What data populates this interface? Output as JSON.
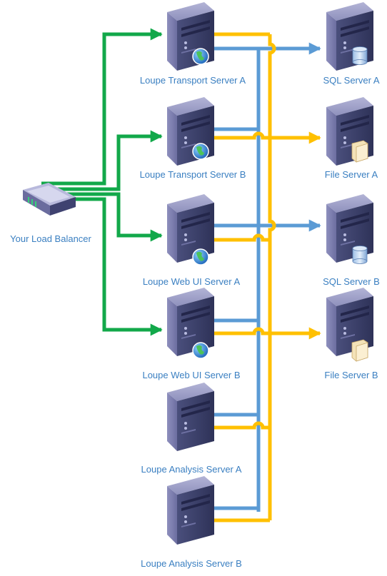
{
  "colors": {
    "green": "#12a84a",
    "blue": "#5b9bd5",
    "yellow": "#ffc000",
    "label": "#3a7fc1"
  },
  "nodes": {
    "load_balancer": {
      "label": "Your Load Balancer",
      "icon": "load-balancer-icon"
    },
    "transport_a": {
      "label": "Loupe Transport Server A",
      "icon": "server-globe-icon"
    },
    "transport_b": {
      "label": "Loupe Transport Server B",
      "icon": "server-globe-icon"
    },
    "webui_a": {
      "label": "Loupe Web UI Server A",
      "icon": "server-globe-icon"
    },
    "webui_b": {
      "label": "Loupe Web UI Server B",
      "icon": "server-globe-icon"
    },
    "analysis_a": {
      "label": "Loupe Analysis Server A",
      "icon": "server-icon"
    },
    "analysis_b": {
      "label": "Loupe Analysis Server B",
      "icon": "server-icon"
    },
    "sql_a": {
      "label": "SQL Server A",
      "icon": "server-database-icon"
    },
    "file_a": {
      "label": "File Server A",
      "icon": "server-folder-icon"
    },
    "sql_b": {
      "label": "SQL Server B",
      "icon": "server-database-icon"
    },
    "file_b": {
      "label": "File Server B",
      "icon": "server-folder-icon"
    }
  }
}
